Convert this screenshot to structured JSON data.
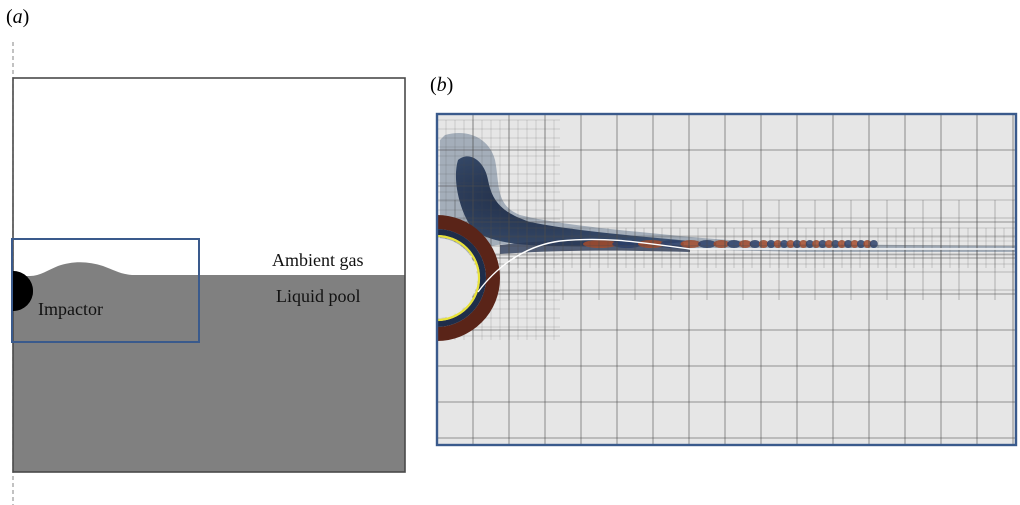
{
  "panel_a": {
    "label_prefix": "(",
    "label_letter": "a",
    "label_suffix": ")",
    "text_ambient": "Ambient gas",
    "text_pool": "Liquid pool",
    "text_impactor": "Impactor"
  },
  "panel_b": {
    "label_prefix": "(",
    "label_letter": "b",
    "label_suffix": ")"
  },
  "colors": {
    "pool": "#808080",
    "frame": "#4a4a4a",
    "zoom_box": "#3a5a8c",
    "impactor": "#000000",
    "mesh_bg": "#e6e6e6",
    "mesh_line": "#4d4d4d",
    "interface": "#e8e23a"
  }
}
